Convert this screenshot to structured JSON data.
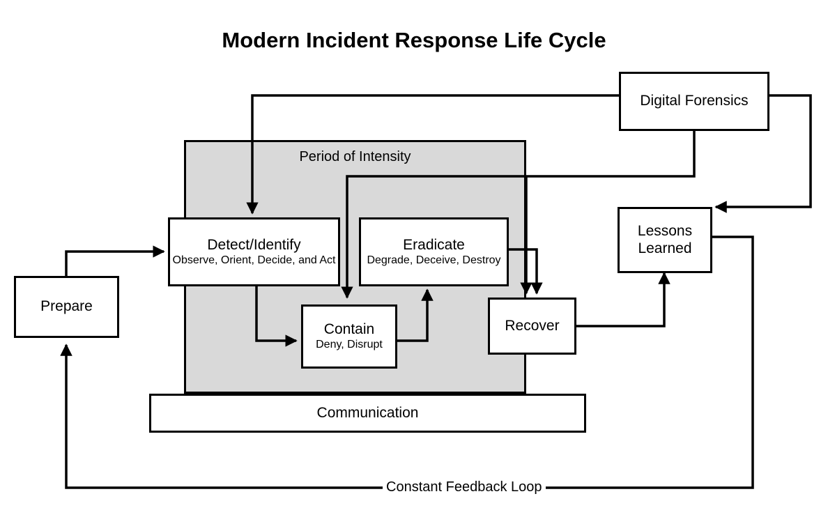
{
  "title": "Modern Incident Response Life Cycle",
  "zone": {
    "label": "Period of Intensity"
  },
  "nodes": {
    "prepare": {
      "primary": "Prepare",
      "secondary": ""
    },
    "detect": {
      "primary": "Detect/Identify",
      "secondary": "Observe, Orient, Decide, and Act"
    },
    "eradicate": {
      "primary": "Eradicate",
      "secondary": "Degrade, Deceive, Destroy"
    },
    "contain": {
      "primary": "Contain",
      "secondary": "Deny, Disrupt"
    },
    "recover": {
      "primary": "Recover",
      "secondary": ""
    },
    "communication": {
      "primary": "Communication",
      "secondary": ""
    },
    "digital_forensics": {
      "primary": "Digital Forensics",
      "secondary": ""
    },
    "lessons_learned": {
      "primary": "Lessons\nLearned",
      "secondary": ""
    }
  },
  "edges": {
    "feedback_loop_label": "Constant Feedback Loop"
  },
  "colors": {
    "zone_fill": "#d9d9d9",
    "node_fill": "#ffffff",
    "stroke": "#000000",
    "background": "#ffffff"
  }
}
